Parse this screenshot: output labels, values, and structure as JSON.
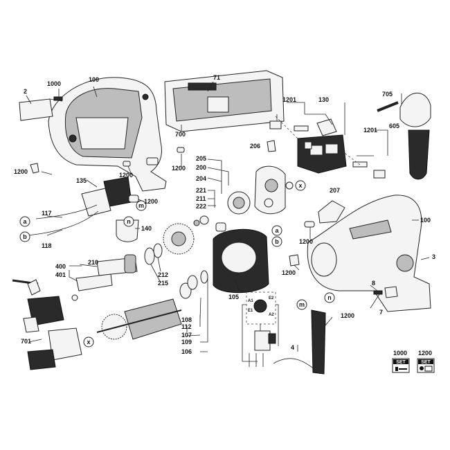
{
  "labels": {
    "l2": "2",
    "l1000": "1000",
    "l100a": "100",
    "l71": "71",
    "l700": "700",
    "l1201a": "1201",
    "l130": "130",
    "l705": "705",
    "l605": "605",
    "l1201b": "1201",
    "l206": "206",
    "l205": "205",
    "l200": "200",
    "l204": "204",
    "l221": "221",
    "l211": "211",
    "l222": "222",
    "l207": "207",
    "l100b": "100",
    "l1200a": "1200",
    "l1200b": "1200",
    "l1200c": "1200",
    "l135": "135",
    "l1200d": "1200",
    "l117": "117",
    "l118": "118",
    "l140": "140",
    "l1200e": "1200",
    "l3": "3",
    "l210": "210",
    "l212": "212",
    "l215": "215",
    "l400": "400",
    "l401": "401",
    "l105": "105",
    "l1200f": "1200",
    "l8": "8",
    "l7": "7",
    "l108": "108",
    "l112": "112",
    "l107": "107",
    "l109": "109",
    "l106": "106",
    "l701": "701",
    "l1200g": "1200",
    "l4": "4",
    "l1000s": "1000",
    "l1200s": "1200"
  },
  "tags": {
    "a1": "a",
    "b1": "b",
    "a2": "a",
    "b2": "b",
    "x1": "x",
    "x2": "x",
    "m1": "m",
    "m2": "m",
    "n1": "n",
    "n2": "n"
  },
  "terminals": {
    "e2": "E2",
    "a1": "A1",
    "e1": "E1",
    "a2": "A2"
  },
  "sets": {
    "set1": "SET",
    "set2": "SET"
  }
}
